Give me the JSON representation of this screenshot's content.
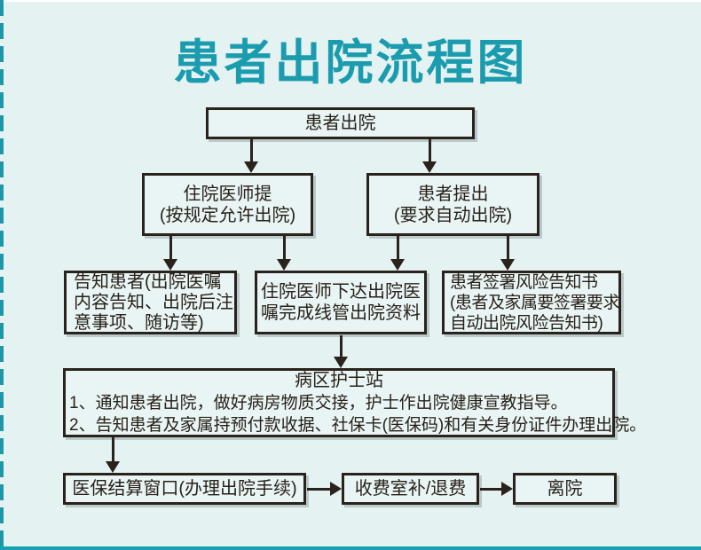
{
  "page": {
    "title": "患者出院流程图",
    "accent_color": "#1b9cae",
    "background_color": "#e4f2f1",
    "box_border_color": "#2a221c"
  },
  "nodes": {
    "patient_discharge": {
      "label": "患者出院"
    },
    "doctor_proposes": {
      "lines": [
        "住院医师提",
        "(按规定允许出院)"
      ]
    },
    "patient_requests": {
      "lines": [
        "患者提出",
        "(要求自动出院)"
      ]
    },
    "inform_patient": {
      "lines": [
        "告知患者(出院医嘱",
        "内容告知、出院后注",
        "意事项、随访等)"
      ]
    },
    "doctor_orders": {
      "lines": [
        "住院医师下达出院医",
        "嘱完成线管出院资料"
      ]
    },
    "sign_risk_notice": {
      "lines": [
        "患者签署风险告知书",
        "(患者及家属要签署要求",
        "自动出院风险告知书)"
      ]
    },
    "nurse_station": {
      "title": "病区护士站",
      "lines": [
        "1、通知患者出院，做好病房物质交接，护士作出院健康宣教指导。",
        "2、告知患者及家属持预付款收据、社保卡(医保码)和有关身份证件办理出院。"
      ]
    },
    "insurance_window": {
      "label": "医保结算窗口(办理出院手续)"
    },
    "fee_office": {
      "label": "收费室补/退费"
    },
    "leave_hospital": {
      "label": "离院"
    }
  }
}
